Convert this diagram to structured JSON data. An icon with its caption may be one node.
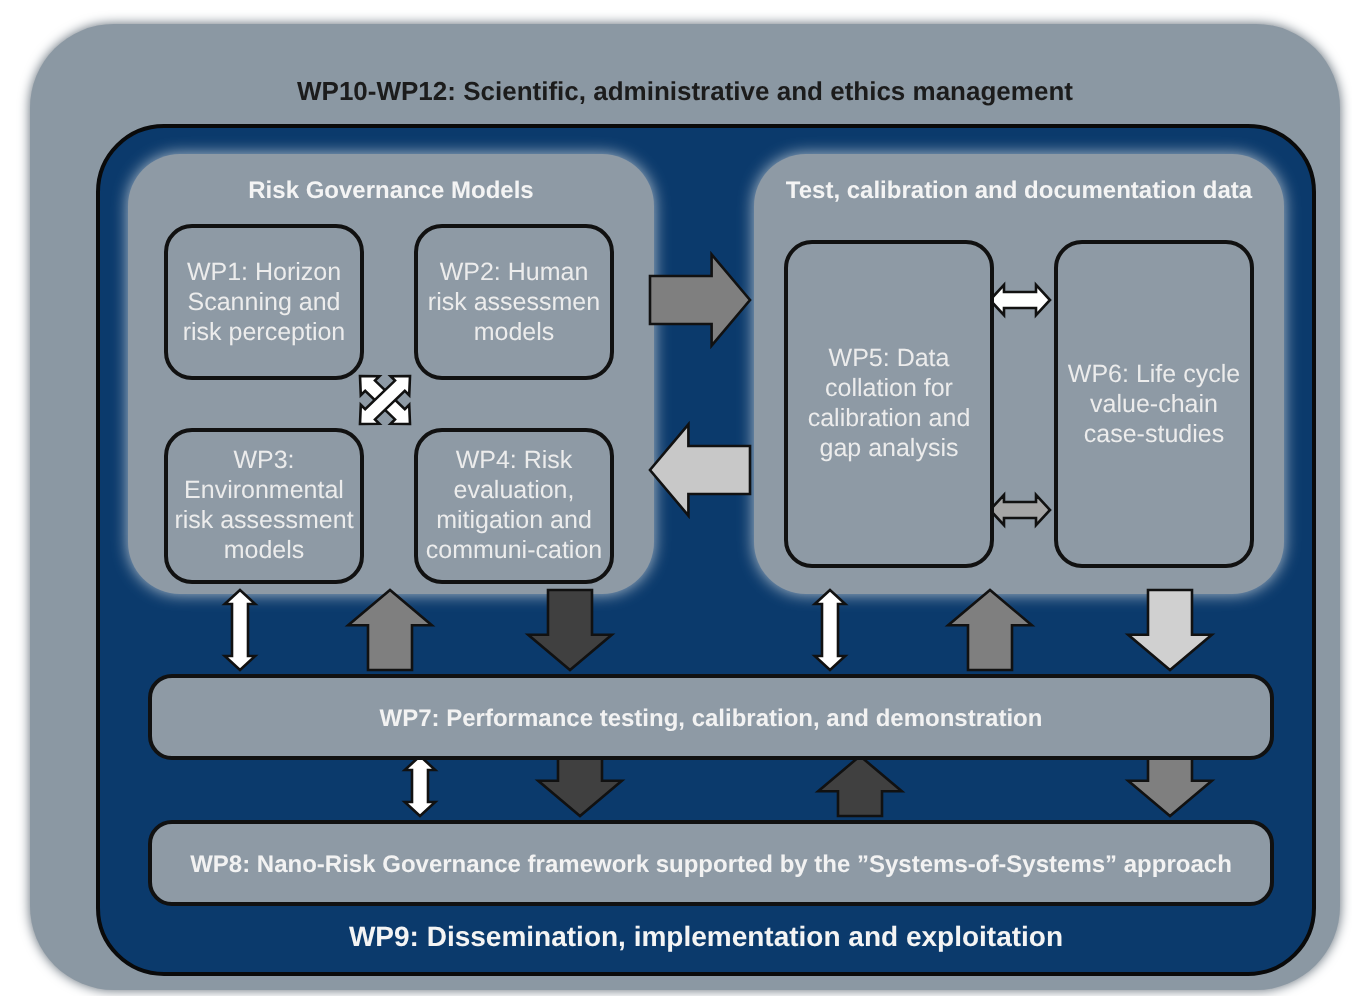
{
  "diagram": {
    "nodes": [
      {
        "text": [
          "WP10-WP12: Scientific, administrative and ethics management"
        ]
      },
      {
        "text": [
          "WP9: Dissemination, implementation and exploitation"
        ],
        "in": 0
      },
      {
        "text": [
          "Risk Governance Models"
        ],
        "in": 1
      },
      {
        "text": [
          "WP1: Horizon Scanning and risk perception"
        ],
        "in": 2
      },
      {
        "text": [
          "WP2: Human risk assessmen models"
        ],
        "in": 2
      },
      {
        "text": [
          "WP3: Environmental risk assessment models"
        ],
        "in": 2
      },
      {
        "text": [
          "WP4: Risk evaluation, mitigation and communi-cation"
        ],
        "in": 2
      },
      {
        "text": [
          "Test, calibration and documentation data"
        ],
        "in": 1
      },
      {
        "text": [
          "WP5: Data collation for calibration and gap analysis"
        ],
        "in": 7
      },
      {
        "text": [
          "WP6: Life cycle value-chain case-studies"
        ],
        "in": 7
      },
      {
        "text": [
          "WP7: Performance testing, calibration, and demonstration"
        ],
        "in": 1
      },
      {
        "text": [
          "WP8: Nano-Risk Governance framework supported by the ”Systems-of-Systems” approach"
        ],
        "in": 1
      }
    ],
    "edges": [
      {
        "from": 3,
        "to": 6,
        "arrow": "both",
        "style": "thick"
      },
      {
        "from": 4,
        "to": 5,
        "arrow": "both",
        "style": "thick"
      },
      {
        "from": 2,
        "to": 7,
        "arrow": "to",
        "style": "thick",
        "color": "#7f7f7f"
      },
      {
        "from": 7,
        "to": 2,
        "arrow": "to",
        "style": "thick",
        "color": "#c8c8c8"
      },
      {
        "from": 8,
        "to": 9,
        "arrow": "both",
        "style": "thick"
      },
      {
        "from": 8,
        "to": 9,
        "arrow": "both",
        "style": "thick",
        "color": "#a6a6a6"
      },
      {
        "from": 2,
        "to": 10,
        "arrow": "both",
        "style": "thick"
      },
      {
        "from": 10,
        "to": 2,
        "arrow": "to",
        "style": "thick",
        "color": "#7f7f7f"
      },
      {
        "from": 2,
        "to": 10,
        "arrow": "to",
        "style": "thick",
        "color": "#404040"
      },
      {
        "from": 7,
        "to": 10,
        "arrow": "both",
        "style": "thick"
      },
      {
        "from": 10,
        "to": 7,
        "arrow": "to",
        "style": "thick",
        "color": "#7f7f7f"
      },
      {
        "from": 7,
        "to": 10,
        "arrow": "to",
        "style": "thick",
        "color": "#d0d0d0"
      },
      {
        "from": 10,
        "to": 11,
        "arrow": "both",
        "style": "thick"
      },
      {
        "from": 10,
        "to": 11,
        "arrow": "to",
        "style": "thick",
        "color": "#404040"
      },
      {
        "from": 11,
        "to": 10,
        "arrow": "to",
        "style": "thick",
        "color": "#404040"
      },
      {
        "from": 10,
        "to": 11,
        "arrow": "to",
        "style": "thick",
        "color": "#7f7f7f"
      }
    ]
  }
}
